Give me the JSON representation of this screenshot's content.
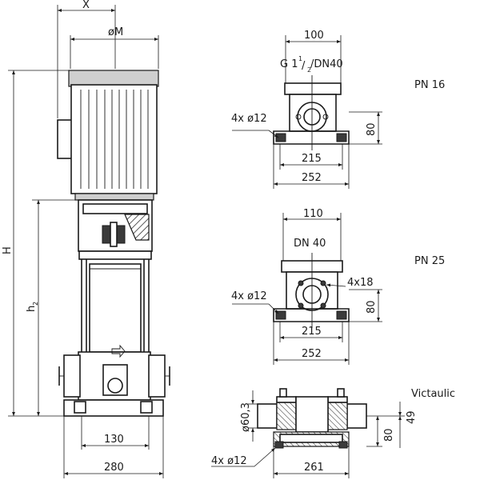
{
  "labels": {
    "x": "X",
    "phi_m": "øM",
    "h": "H",
    "h2": "h",
    "h2_sub": "2",
    "w130": "130",
    "w280": "280",
    "pn16": "PN 16",
    "pn25": "PN 25",
    "victaulic": "Victaulic",
    "pn16_100": "100",
    "pn16_g_prefix": "G 1",
    "pn16_g_num": "1",
    "pn16_g_den": "2",
    "pn16_g_suffix": "/DN40",
    "pn16_holes": "4x ø12",
    "pn16_80": "80",
    "pn16_215": "215",
    "pn16_252": "252",
    "pn25_110": "110",
    "pn25_dn": "DN 40",
    "pn25_4x18": "4x18",
    "pn25_holes": "4x ø12",
    "pn25_80": "80",
    "pn25_215": "215",
    "pn25_252": "252",
    "vic_d": "ø60,3",
    "vic_49": "49",
    "vic_80": "80",
    "vic_holes": "4x ø12",
    "vic_261": "261"
  }
}
